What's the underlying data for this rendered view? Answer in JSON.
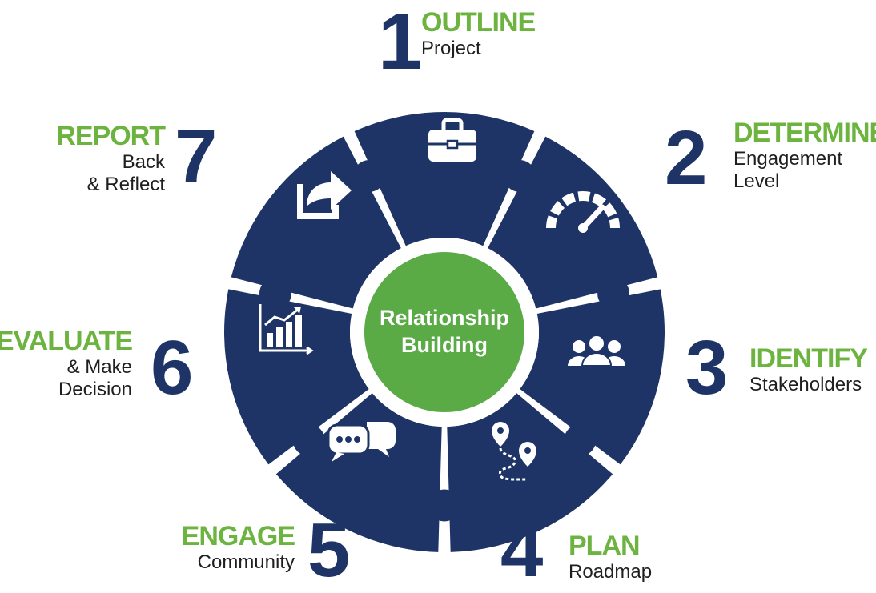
{
  "center": {
    "line1": "Relationship",
    "line2": "Building"
  },
  "steps": [
    {
      "number": "1",
      "title": "OUTLINE",
      "lines": [
        "Project"
      ],
      "icon": "briefcase-icon"
    },
    {
      "number": "2",
      "title": "DETERMINE",
      "lines": [
        "Engagement",
        "Level"
      ],
      "icon": "speedometer-icon"
    },
    {
      "number": "3",
      "title": "IDENTIFY",
      "lines": [
        "Stakeholders"
      ],
      "icon": "people-icon"
    },
    {
      "number": "4",
      "title": "PLAN",
      "lines": [
        "Roadmap"
      ],
      "icon": "route-icon"
    },
    {
      "number": "5",
      "title": "ENGAGE",
      "lines": [
        "Community"
      ],
      "icon": "chat-icon"
    },
    {
      "number": "6",
      "title": "EVALUATE",
      "lines": [
        "& Make",
        "Decision"
      ],
      "icon": "bar-chart-icon"
    },
    {
      "number": "7",
      "title": "REPORT",
      "lines": [
        "Back",
        "& Reflect"
      ],
      "icon": "share-icon"
    }
  ],
  "colors": {
    "ring": "#1e3466",
    "accent": "#6db33f",
    "center": "#5aaa46",
    "text": "#1f1f1f"
  }
}
